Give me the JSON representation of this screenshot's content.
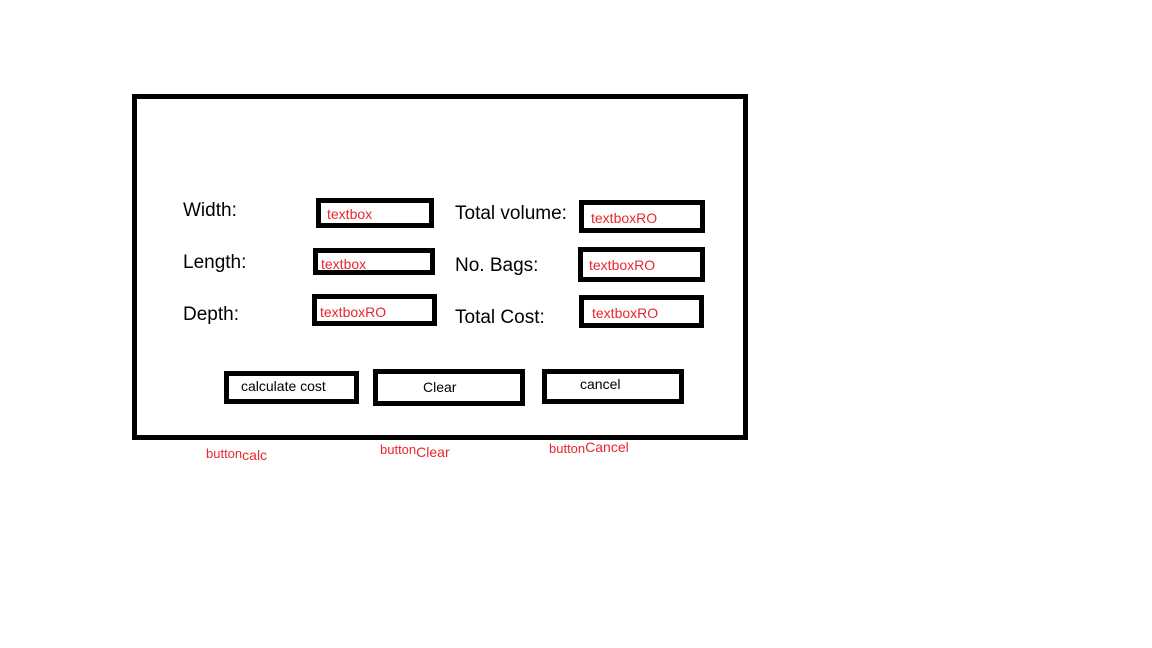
{
  "form": {
    "labels": {
      "width": "Width:",
      "length": "Length:",
      "depth": "Depth:",
      "total_volume": "Total volume:",
      "no_bags": "No. Bags:",
      "total_cost": "Total Cost:"
    },
    "fields": {
      "width": "textbox",
      "length": "textbox",
      "depth": "textboxRO",
      "total_volume": "textboxRO",
      "no_bags": "textboxRO",
      "total_cost": "textboxRO"
    },
    "buttons": {
      "calculate": "calculate cost",
      "clear": "Clear",
      "cancel": "cancel"
    }
  },
  "annotations": {
    "calc": {
      "prefix": "button",
      "name": "calc"
    },
    "clear": {
      "prefix": "button",
      "name": "Clear"
    },
    "cancel": {
      "prefix": "button",
      "name": "Cancel"
    }
  },
  "colors": {
    "annotation_text": "#e8262f",
    "border": "#000000",
    "background": "#ffffff"
  }
}
